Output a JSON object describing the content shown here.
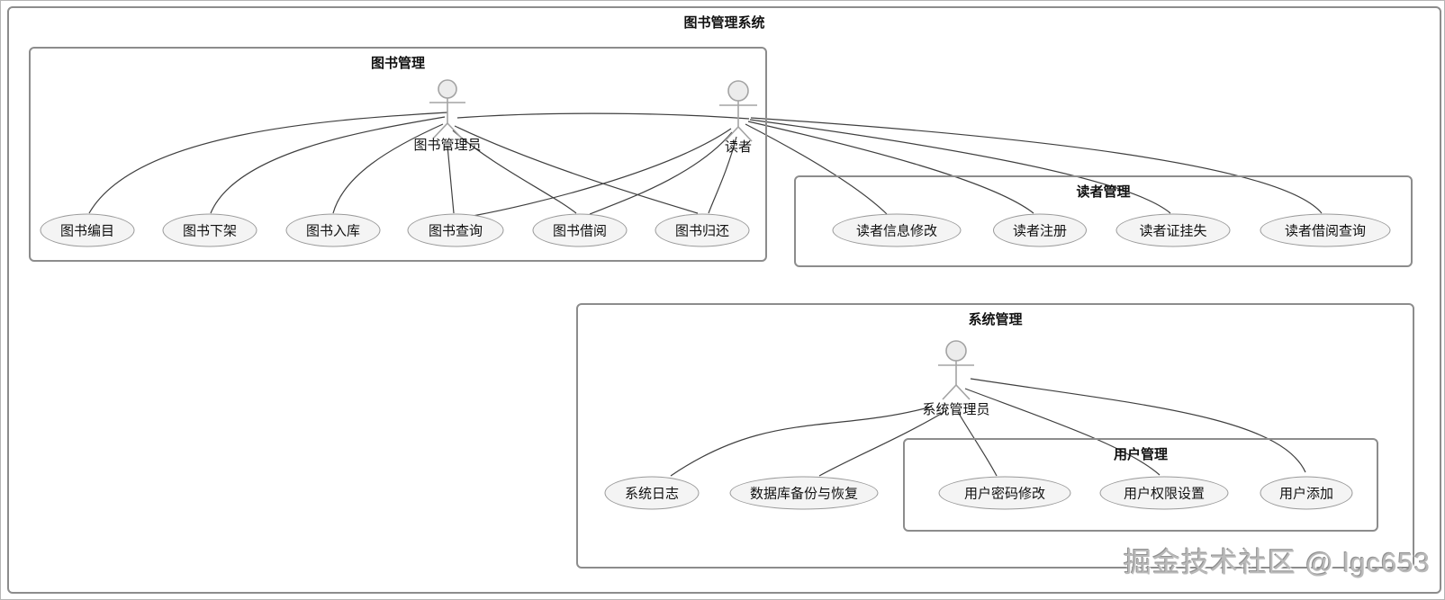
{
  "title": "图书管理系统",
  "packages": {
    "book": "图书管理",
    "reader": "读者管理",
    "system": "系统管理",
    "user": "用户管理"
  },
  "actors": {
    "librarian": "图书管理员",
    "reader": "读者",
    "sysadmin": "系统管理员"
  },
  "usecases": {
    "catalog": "图书编目",
    "remove": "图书下架",
    "stockin": "图书入库",
    "query": "图书查询",
    "borrow": "图书借阅",
    "return": "图书归还",
    "reader_info": "读者信息修改",
    "reader_register": "读者注册",
    "reader_card_loss": "读者证挂失",
    "reader_borrow_query": "读者借阅查询",
    "sys_log": "系统日志",
    "db_backup": "数据库备份与恢复",
    "user_pwd": "用户密码修改",
    "user_perm": "用户权限设置",
    "user_add": "用户添加"
  },
  "watermark": "掘金技术社区 @ lgc653",
  "colors": {
    "node_fill": "#f4f4f4",
    "node_border": "#9a9a9a",
    "box_border": "#8c8c8c",
    "edge": "#3f3f3f",
    "actor": "#a3a3a3",
    "watermark": "#b9b9b9"
  }
}
